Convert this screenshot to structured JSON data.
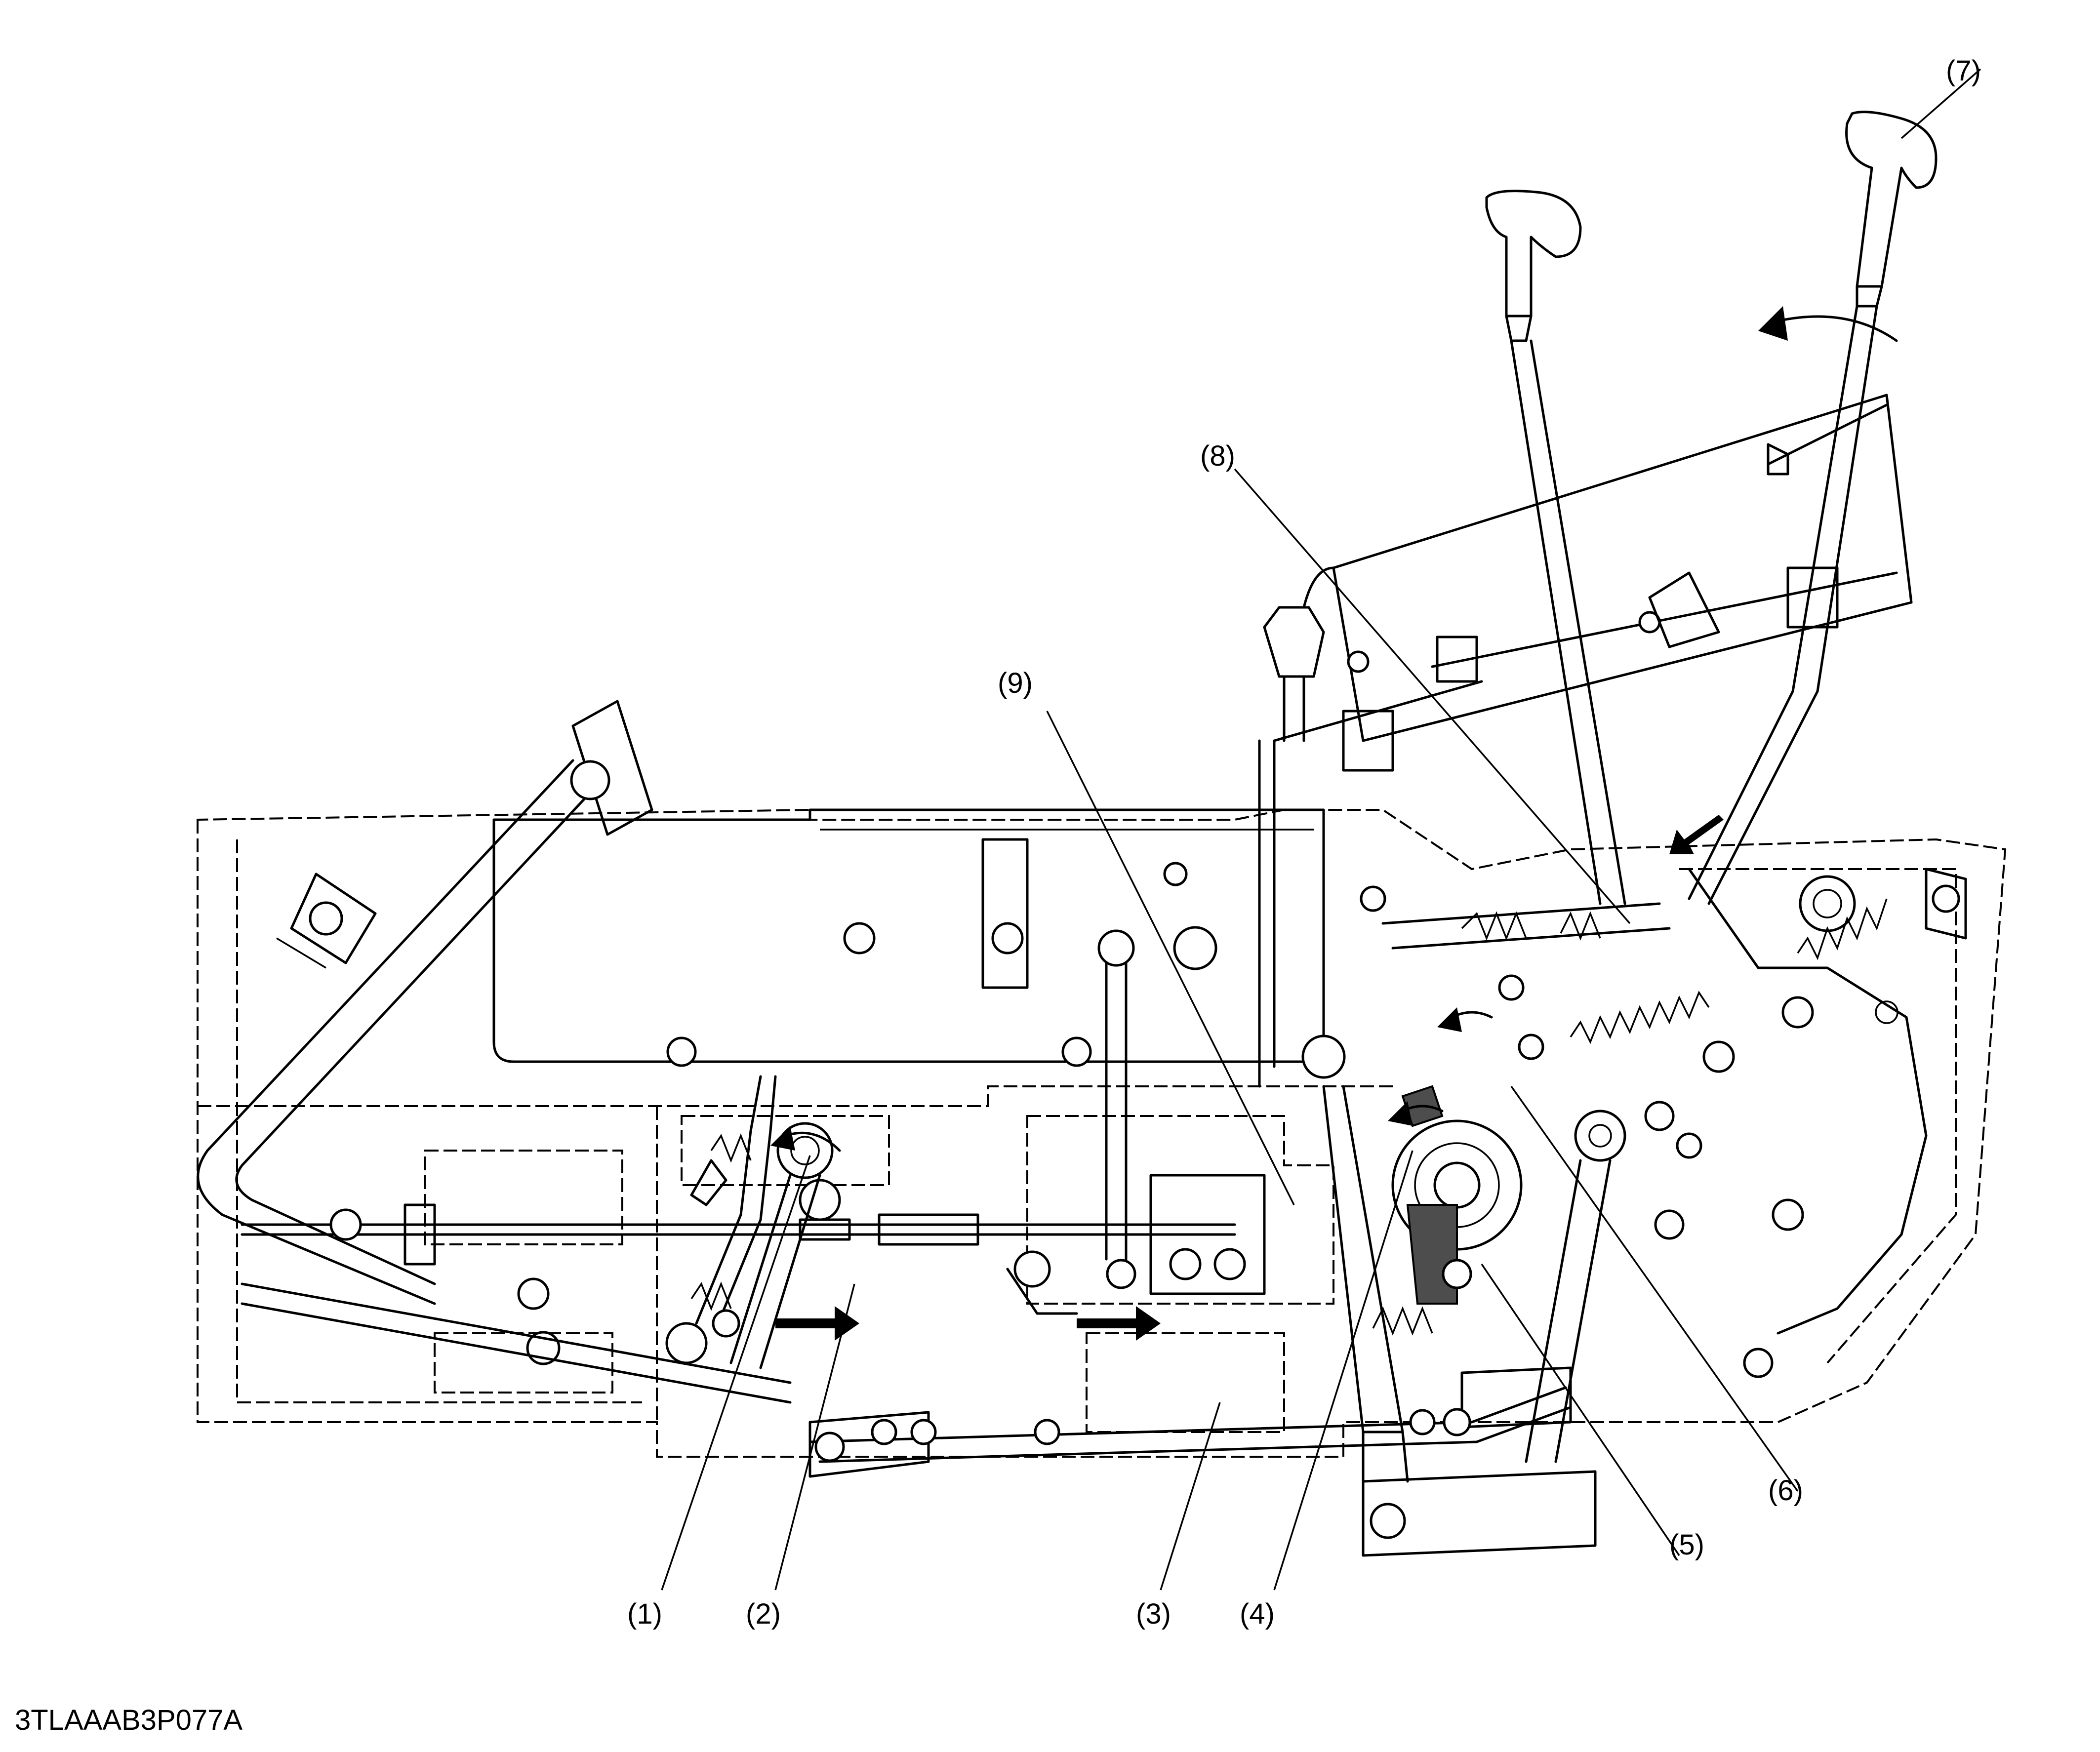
{
  "figure": {
    "code": "3TLAAAB3P077A",
    "callouts": [
      {
        "id": "1",
        "label": "(1)"
      },
      {
        "id": "2",
        "label": "(2)"
      },
      {
        "id": "3",
        "label": "(3)"
      },
      {
        "id": "4",
        "label": "(4)"
      },
      {
        "id": "5",
        "label": "(5)"
      },
      {
        "id": "6",
        "label": "(6)"
      },
      {
        "id": "7",
        "label": "(7)"
      },
      {
        "id": "8",
        "label": "(8)"
      },
      {
        "id": "9",
        "label": "(9)"
      }
    ]
  }
}
